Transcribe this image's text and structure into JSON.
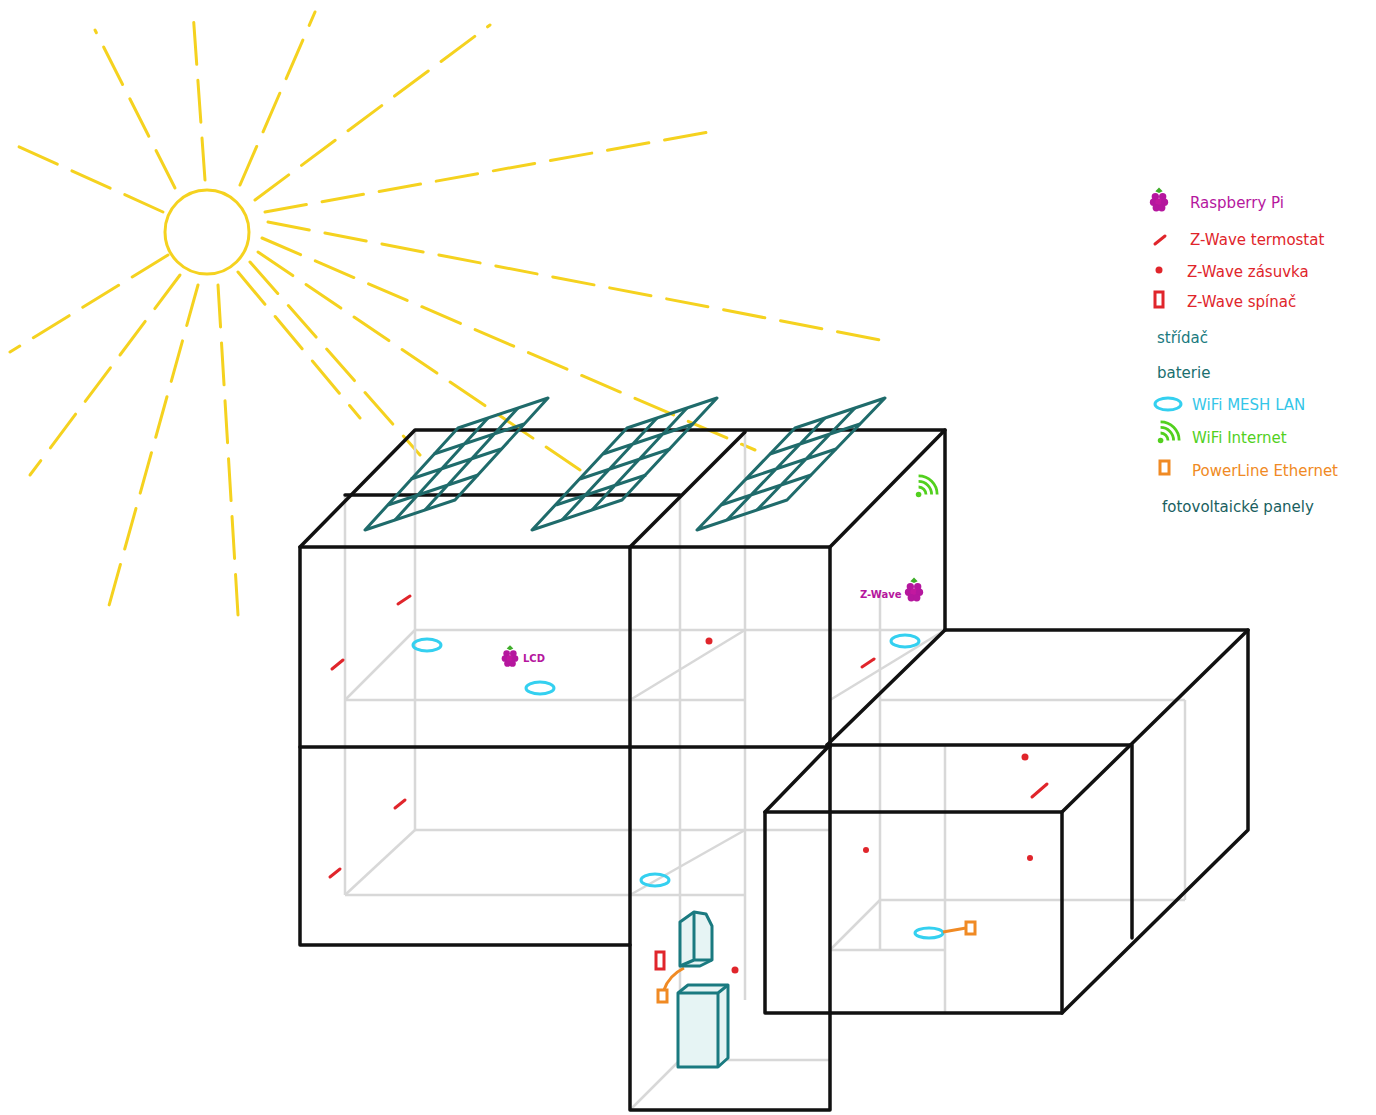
{
  "diagram": {
    "labels": [
      "Z-Wave",
      "LCD"
    ],
    "legend": [
      {
        "text": "Raspberry Pi"
      },
      {
        "text": "Z-Wave termostat"
      },
      {
        "text": "Z-Wave zásuvka"
      },
      {
        "text": "Z-Wave spínač"
      },
      {
        "text": "střídač"
      },
      {
        "text": "baterie"
      },
      {
        "text": "WiFi MESH LAN"
      },
      {
        "text": "WiFi Internet"
      },
      {
        "text": "PowerLine Ethernet"
      },
      {
        "text": "fotovoltaické panely"
      }
    ]
  }
}
